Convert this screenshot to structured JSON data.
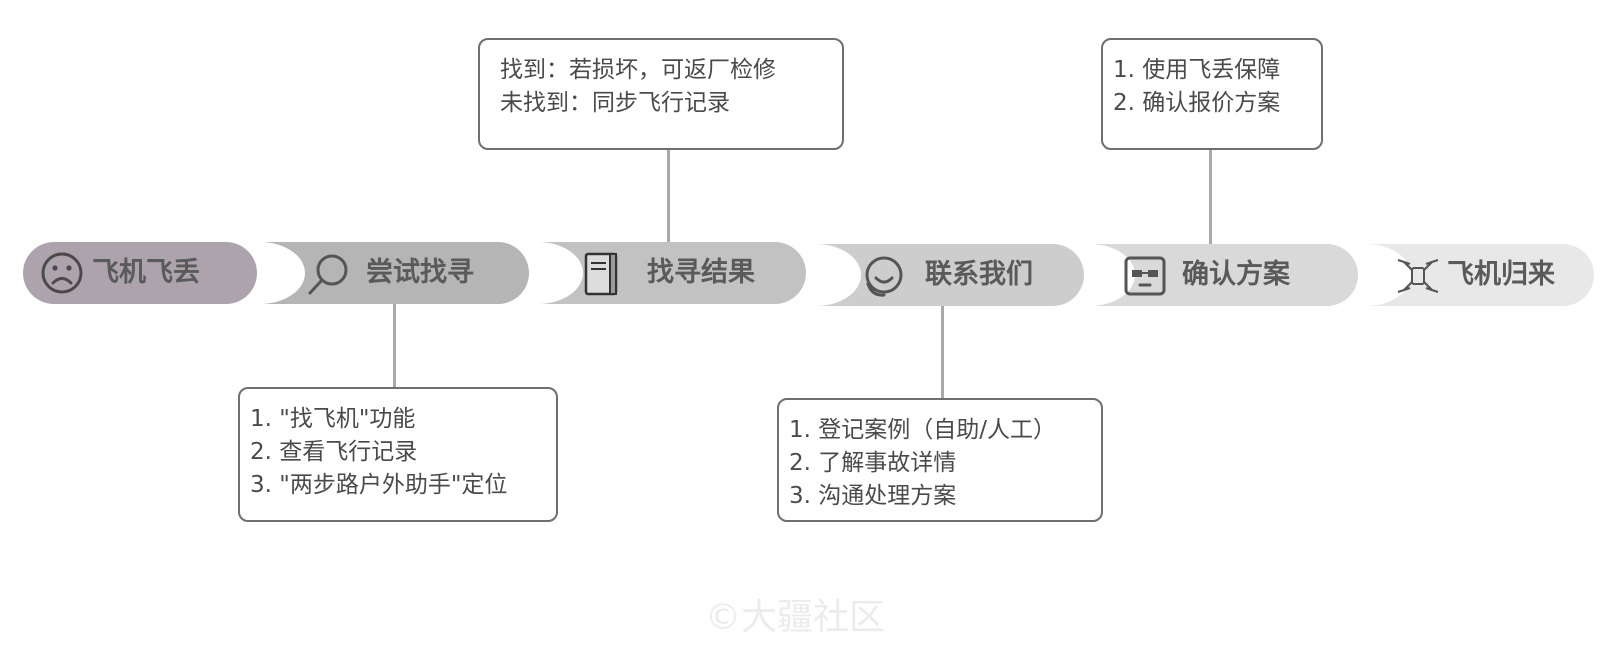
{
  "steps": [
    {
      "label": "飞机飞丢",
      "icon": "sad-face-icon",
      "fill": "#ada3ad"
    },
    {
      "label": "尝试找寻",
      "icon": "search-icon",
      "fill": "#b5b5b5"
    },
    {
      "label": "找寻结果",
      "icon": "book-icon",
      "fill": "#c2c2c2"
    },
    {
      "label": "联系我们",
      "icon": "headset-icon",
      "fill": "#cdcdcd"
    },
    {
      "label": "确认方案",
      "icon": "robot-face-icon",
      "fill": "#d9d9d9"
    },
    {
      "label": "飞机归来",
      "icon": "drone-icon",
      "fill": "#e8e8e8"
    }
  ],
  "notes": {
    "search": {
      "lines": [
        "1. \"找飞机\"功能",
        "2. 查看飞行记录",
        "3. \"两步路户外助手\"定位"
      ]
    },
    "result": {
      "lines": [
        "找到：若损坏，可返厂检修",
        "未找到：同步飞行记录"
      ]
    },
    "contact": {
      "lines": [
        "1. 登记案例（自助/人工）",
        "2. 了解事故详情",
        "3. 沟通处理方案"
      ]
    },
    "plan": {
      "lines": [
        "1. 使用飞丢保障",
        "2. 确认报价方案"
      ]
    }
  },
  "watermark": "©大疆社区"
}
